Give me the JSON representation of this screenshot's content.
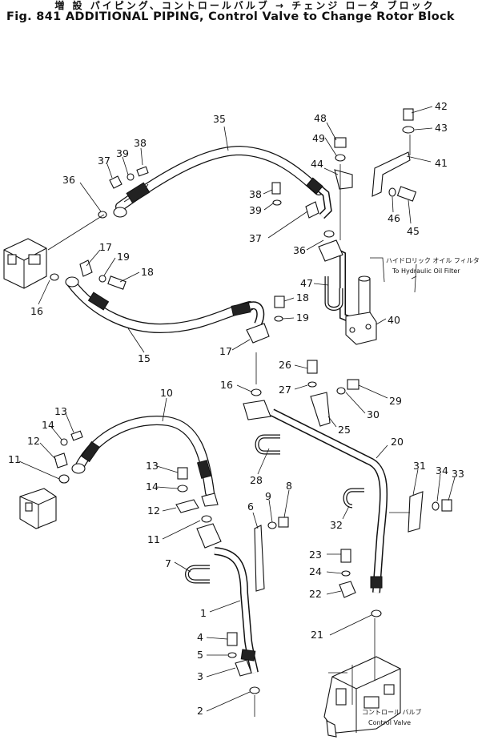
{
  "title": {
    "jp": "増 設 パイピング、コントロールバルブ → チェンジ ロータ ブロック",
    "en": "Fig. 841 ADDITIONAL PIPING, Control Valve to Change Rotor Block"
  },
  "annotations": {
    "filter_jp": "ハイドロリック オイル フィルタ",
    "filter_en": "To Hydraulic Oil Filter",
    "valve_jp": "コントロール バルブ",
    "valve_en": "Control Valve"
  },
  "callouts": [
    {
      "id": "c42",
      "label": "42"
    },
    {
      "id": "c43",
      "label": "43"
    },
    {
      "id": "c48",
      "label": "48"
    },
    {
      "id": "c49",
      "label": "49"
    },
    {
      "id": "c35",
      "label": "35"
    },
    {
      "id": "c38a",
      "label": "38"
    },
    {
      "id": "c39a",
      "label": "39"
    },
    {
      "id": "c37a",
      "label": "37"
    },
    {
      "id": "c44",
      "label": "44"
    },
    {
      "id": "c41",
      "label": "41"
    },
    {
      "id": "c36a",
      "label": "36"
    },
    {
      "id": "c38b",
      "label": "38"
    },
    {
      "id": "c39b",
      "label": "39"
    },
    {
      "id": "c46",
      "label": "46"
    },
    {
      "id": "c45",
      "label": "45"
    },
    {
      "id": "c37b",
      "label": "37"
    },
    {
      "id": "c36b",
      "label": "36"
    },
    {
      "id": "c17a",
      "label": "17"
    },
    {
      "id": "c19a",
      "label": "19"
    },
    {
      "id": "c18a",
      "label": "18"
    },
    {
      "id": "c47",
      "label": "47"
    },
    {
      "id": "c16a",
      "label": "16"
    },
    {
      "id": "c18b",
      "label": "18"
    },
    {
      "id": "c19b",
      "label": "19"
    },
    {
      "id": "c40",
      "label": "40"
    },
    {
      "id": "c15",
      "label": "15"
    },
    {
      "id": "c17b",
      "label": "17"
    },
    {
      "id": "c26",
      "label": "26"
    },
    {
      "id": "c27",
      "label": "27"
    },
    {
      "id": "c16b",
      "label": "16"
    },
    {
      "id": "c29",
      "label": "29"
    },
    {
      "id": "c30",
      "label": "30"
    },
    {
      "id": "c10",
      "label": "10"
    },
    {
      "id": "c25",
      "label": "25"
    },
    {
      "id": "c13a",
      "label": "13"
    },
    {
      "id": "c14a",
      "label": "14"
    },
    {
      "id": "c12a",
      "label": "12"
    },
    {
      "id": "c11a",
      "label": "11"
    },
    {
      "id": "c20",
      "label": "20"
    },
    {
      "id": "c28",
      "label": "28"
    },
    {
      "id": "c13b",
      "label": "13"
    },
    {
      "id": "c31",
      "label": "31"
    },
    {
      "id": "c34",
      "label": "34"
    },
    {
      "id": "c33",
      "label": "33"
    },
    {
      "id": "c8",
      "label": "8"
    },
    {
      "id": "c14b",
      "label": "14"
    },
    {
      "id": "c9",
      "label": "9"
    },
    {
      "id": "c6",
      "label": "6"
    },
    {
      "id": "c12b",
      "label": "12"
    },
    {
      "id": "c32",
      "label": "32"
    },
    {
      "id": "c11b",
      "label": "11"
    },
    {
      "id": "c23",
      "label": "23"
    },
    {
      "id": "c7",
      "label": "7"
    },
    {
      "id": "c24",
      "label": "24"
    },
    {
      "id": "c22",
      "label": "22"
    },
    {
      "id": "c1",
      "label": "1"
    },
    {
      "id": "c21",
      "label": "21"
    },
    {
      "id": "c4",
      "label": "4"
    },
    {
      "id": "c5",
      "label": "5"
    },
    {
      "id": "c3",
      "label": "3"
    },
    {
      "id": "c2",
      "label": "2"
    }
  ]
}
